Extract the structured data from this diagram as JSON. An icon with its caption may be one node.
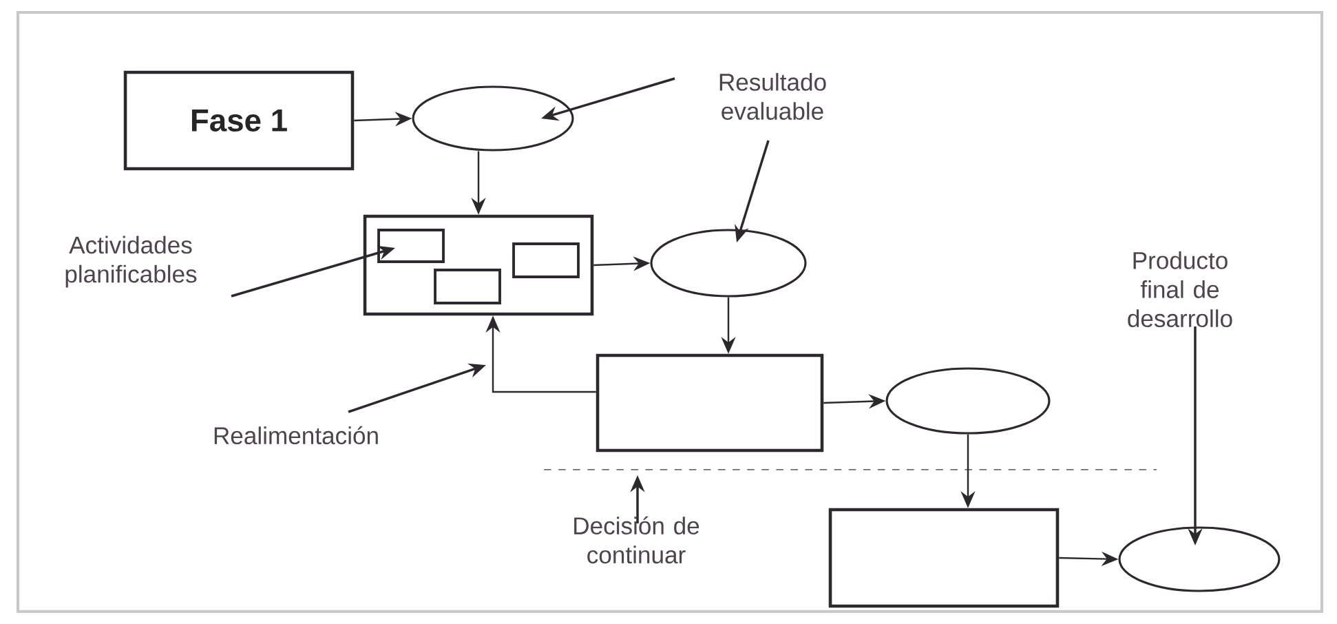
{
  "diagram": {
    "nodes": [
      {
        "text": [
          "Fase 1"
        ]
      },
      {
        "text": [],
        "shape": "ellipse"
      },
      {
        "text": [],
        "shape": "box"
      },
      {
        "text": [],
        "shape": "box",
        "in": 2
      },
      {
        "text": [],
        "shape": "box",
        "in": 2
      },
      {
        "text": [],
        "shape": "box",
        "in": 2
      },
      {
        "text": [],
        "shape": "ellipse"
      },
      {
        "text": [],
        "shape": "box"
      },
      {
        "text": [],
        "shape": "ellipse"
      },
      {
        "text": [],
        "shape": "box"
      },
      {
        "text": [],
        "shape": "ellipse"
      },
      {
        "text": [
          "Resultado evaluable"
        ]
      },
      {
        "text": [
          "Actividades planificables"
        ]
      },
      {
        "text": [
          "Realimentación"
        ]
      },
      {
        "text": [
          "Decisión de continuar"
        ]
      },
      {
        "text": [
          "Producto final de desarrollo"
        ]
      }
    ],
    "edges": [
      {
        "from": 0,
        "to": 1,
        "arrow": "to"
      },
      {
        "from": 1,
        "to": 2,
        "arrow": "to"
      },
      {
        "from": 2,
        "to": 6,
        "arrow": "to"
      },
      {
        "from": 6,
        "to": 7,
        "arrow": "to"
      },
      {
        "from": 7,
        "to": 2,
        "arrow": "to"
      },
      {
        "from": 7,
        "to": 8,
        "arrow": "to"
      },
      {
        "from": 8,
        "to": 9,
        "arrow": "to"
      },
      {
        "from": 9,
        "to": 10,
        "arrow": "to"
      },
      {
        "from": 11,
        "to": 1,
        "arrow": "to"
      },
      {
        "from": 11,
        "to": 6,
        "arrow": "to"
      },
      {
        "from": 12,
        "to": 3,
        "arrow": "to"
      },
      {
        "from": 13,
        "to": null,
        "arrow": "to"
      },
      {
        "from": 14,
        "to": null,
        "arrow": "to"
      },
      {
        "from": 15,
        "to": 10,
        "arrow": "to"
      }
    ]
  }
}
